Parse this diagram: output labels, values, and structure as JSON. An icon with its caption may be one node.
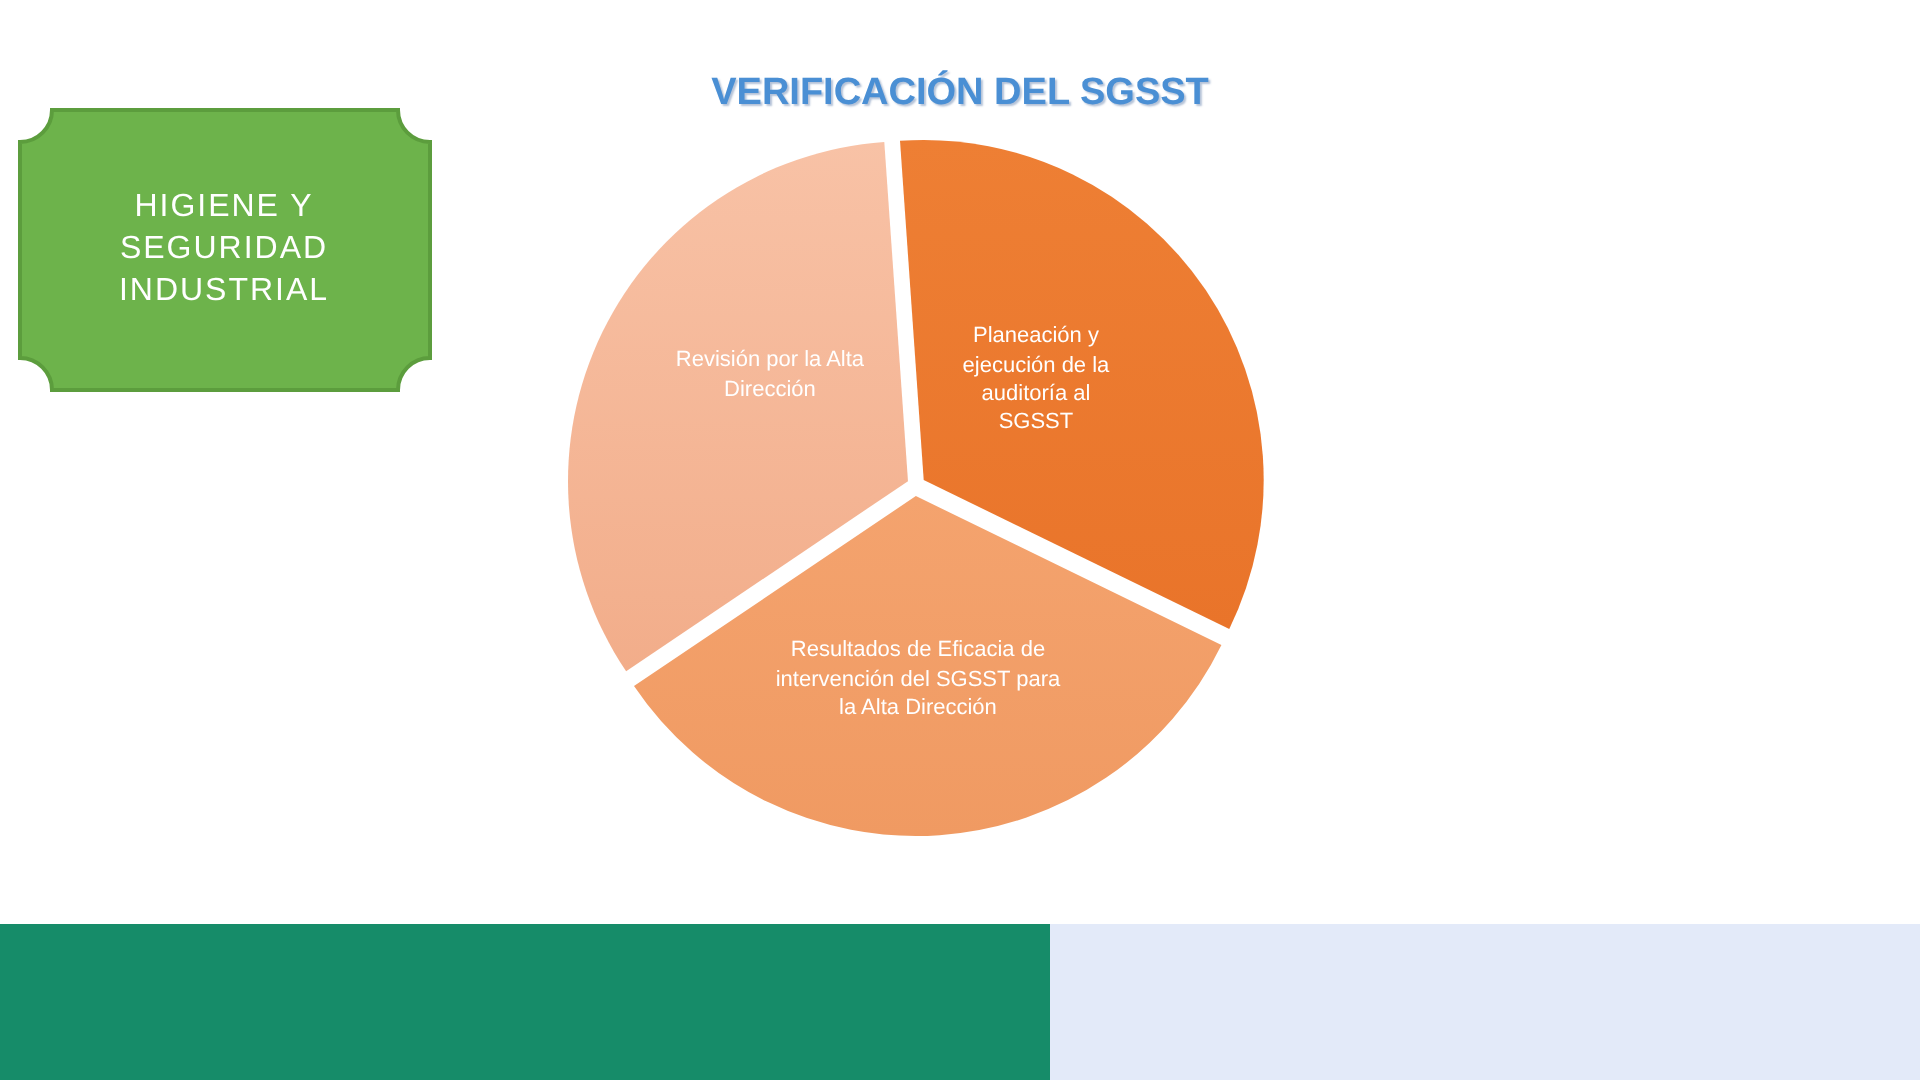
{
  "diagram": {
    "title": "VERIFICACIÓN DEL SGSST",
    "nodes": [
      {
        "text": [
          "HIGIENE Y SEGURIDAD INDUSTRIAL"
        ]
      },
      {
        "text": [
          "Revisión por la Alta Dirección"
        ]
      },
      {
        "text": [
          "Planeación y ejecución de la auditoría al SGSST"
        ]
      },
      {
        "text": [
          "Resultados de Eficacia de intervención del SGSST para la Alta Dirección"
        ]
      }
    ]
  }
}
